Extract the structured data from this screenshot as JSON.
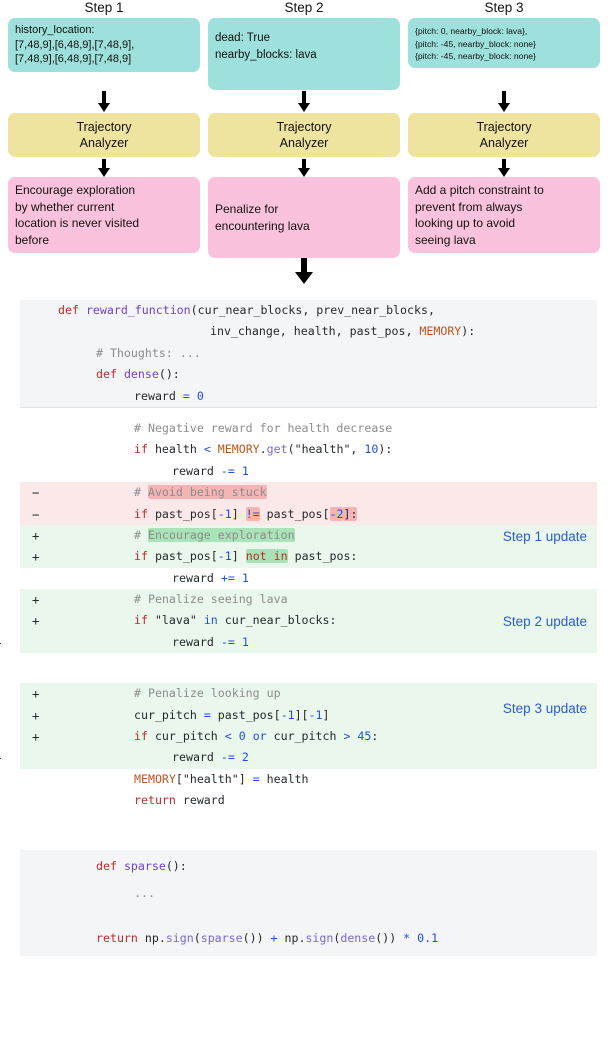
{
  "diagram": {
    "columns": [
      {
        "title": "Step 1",
        "observation": "history_location:\n[7,48,9],[6,48,9],[7,48,9],\n[7,48,9],[6,48,9],[7,48,9]",
        "analyzer": "Trajectory\nAnalyzer",
        "outcome": "Encourage exploration\nby whether current\nlocation is never visited\nbefore"
      },
      {
        "title": "Step 2",
        "observation": "dead: True\nnearby_blocks: lava",
        "analyzer": "Trajectory\nAnalyzer",
        "outcome": "Penalize for\nencountering lava"
      },
      {
        "title": "Step 3",
        "observation": "{pitch: 0, nearby_block: lava},\n{pitch: -45, nearby_block: none}\n{pitch: -45, nearby_block: none}",
        "analyzer": "Trajectory\nAnalyzer",
        "outcome": "Add a pitch constraint to\nprevent from always\nlooking up to avoid\nseeing lava"
      }
    ],
    "colors": {
      "observation_bg": "#9EE0DB",
      "analyzer_bg": "#EFE3A0",
      "outcome_bg": "#FAC2DC",
      "arrow": "#000000"
    }
  },
  "code": {
    "colors": {
      "block_bg": "#F4F5F7",
      "added_bg": "#EAF7EC",
      "removed_bg": "#FBE9E9",
      "added_word_bg": "#A9E3B7",
      "removed_word_bg": "#F5B5B5",
      "note": "#2B5BD0"
    },
    "notes": {
      "step1": "Step 1 update",
      "step2": "Step 2 update",
      "step3": "Step 3 update"
    },
    "lines": {
      "l1_def": "def",
      "l1_name": "reward_function",
      "l1_args": "(cur_near_blocks, prev_near_blocks,",
      "l2_args": "inv_change, health, past_pos, ",
      "l2_mem": "MEMORY",
      "l2_end": "):",
      "l3": "# Thoughts: ...",
      "l4_def": "def",
      "l4_name": "dense",
      "l4_end": "():",
      "l5_var": "reward ",
      "l5_op": "=",
      "l5_num": " 0",
      "l6": "# Negative reward for health decrease",
      "l7_if": "if",
      "l7_a": " health ",
      "l7_op": "<",
      "l7_mem": " MEMORY",
      "l7_dot": ".",
      "l7_get": "get",
      "l7_args": "(\"health\", ",
      "l7_num": "10",
      "l7_end": "):",
      "l8_var": "reward ",
      "l8_op": "-=",
      "l8_num": " 1",
      "l9_hash": "# ",
      "l9_text": "Avoid being stuck",
      "l10_if": "if",
      "l10_a": " past_pos[",
      "l10_n1": "-1",
      "l10_b": "] ",
      "l10_op": "!=",
      "l10_c": " past_pos[",
      "l10_n2": "-2",
      "l10_end": "]:",
      "l11_hash": "# ",
      "l11_text": "Encourage exploration",
      "l12_if": "if",
      "l12_a": " past_pos[",
      "l12_n1": "-1",
      "l12_b": "] ",
      "l12_op": "not in",
      "l12_c": " past_pos:",
      "l13_var": "reward ",
      "l13_op": "+=",
      "l13_num": " 1",
      "l14": "# Penalize seeing lava",
      "l15_if": "if",
      "l15_str": " \"lava\" ",
      "l15_in": "in",
      "l15_rest": " cur_near_blocks:",
      "l16_var": "reward ",
      "l16_op": "-=",
      "l16_num": " 1",
      "l17": "# Penalize looking up",
      "l18_a": "cur_pitch ",
      "l18_op": "=",
      "l18_b": " past_pos[",
      "l18_n1": "-1",
      "l18_c": "][",
      "l18_n2": "-1",
      "l18_d": "]",
      "l19_if": "if",
      "l19_a": " cur_pitch ",
      "l19_op1": "<",
      "l19_n1": " 0 ",
      "l19_or": "or",
      "l19_b": " cur_pitch ",
      "l19_op2": ">",
      "l19_n2": " 45",
      "l19_end": ":",
      "l20_var": "reward ",
      "l20_op": "-=",
      "l20_num": " 2",
      "l21_mem": "MEMORY",
      "l21_a": "[\"health\"] ",
      "l21_op": "=",
      "l21_b": " health",
      "l22_ret": "return",
      "l22_b": " reward",
      "l23_def": "def",
      "l23_name": "sparse",
      "l23_end": "():",
      "l24": "...",
      "l25_ret": "return",
      "l25_np": " np.",
      "l25_sign1": "sign",
      "l25_a": "(",
      "l25_sparse": "sparse",
      "l25_b": "()) ",
      "l25_plus": "+",
      "l25_np2": " np.",
      "l25_sign2": "sign",
      "l25_c": "(",
      "l25_dense": "dense",
      "l25_d": "()) ",
      "l25_star": "*",
      "l25_num": " 0.1"
    }
  }
}
